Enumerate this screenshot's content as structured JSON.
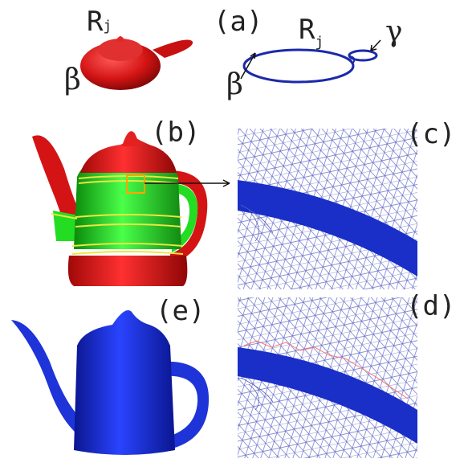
{
  "figure": {
    "labels": {
      "a": "(a)",
      "b": "(b)",
      "c": "(c)",
      "d": "(d)",
      "e": "(e)"
    },
    "symbols": {
      "beta": "β",
      "gamma": "γ",
      "r": "R",
      "j": "j"
    },
    "colors": {
      "red_region": "#d41414",
      "green_region": "#22dd22",
      "boundary": "#e8e840",
      "blue_mesh": "#1a2ec8",
      "wire": "#5560c0",
      "highlight_box": "#ffa500"
    }
  }
}
